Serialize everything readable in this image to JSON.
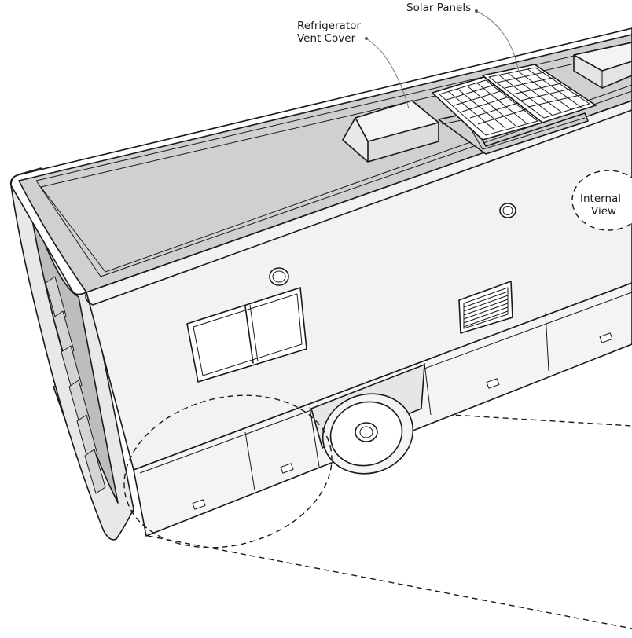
{
  "labels": {
    "solar_panels": "Solar Panels",
    "fridge_vent_line1": "Refrigerator",
    "fridge_vent_line2": "Vent Cover",
    "internal_view_line1": "Internal",
    "internal_view_line2": "View"
  },
  "colors": {
    "roof": "#d0d0d0",
    "side_panel": "#f0f0f0",
    "front_shade": "#b8b8b8",
    "ink": "#1a1a1a",
    "solar_cell": "#ffffff"
  }
}
